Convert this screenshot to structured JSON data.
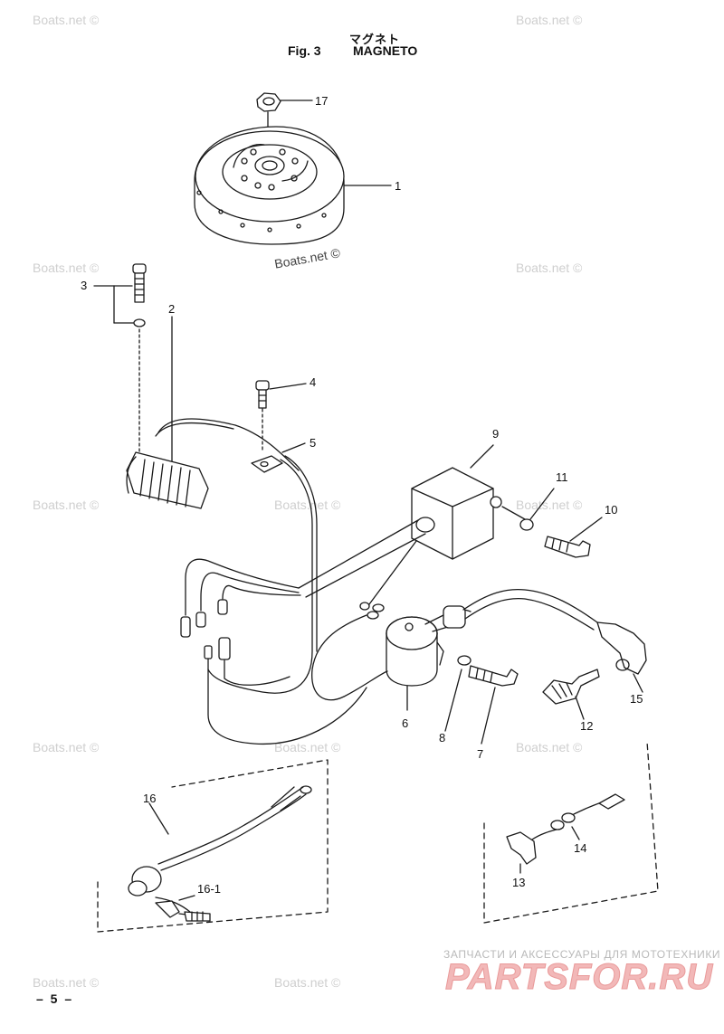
{
  "header": {
    "title_jp": "マグネト",
    "fig_label": "Fig. 3",
    "title": "MAGNETO"
  },
  "watermark": {
    "text": "Boats.net ©"
  },
  "callouts": [
    "17",
    "1",
    "3",
    "2",
    "4",
    "5",
    "9",
    "11",
    "10",
    "6",
    "8",
    "7",
    "12",
    "15",
    "16",
    "16-1",
    "14",
    "13"
  ],
  "footer": {
    "page_number": "– 5 –",
    "brand_subtitle": "ЗАПЧАСТИ И АКСЕССУАРЫ ДЛЯ МОТОТЕХНИКИ",
    "brand_name": "PARTSFOR.RU"
  },
  "colors": {
    "ink": "#1a1a1a",
    "watermark": "#cfcfcf",
    "brand": "#f2b8b8"
  }
}
